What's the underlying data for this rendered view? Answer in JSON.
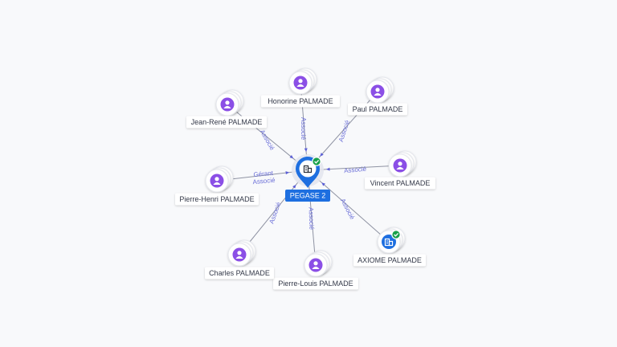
{
  "center": {
    "label": "PEGASE 2",
    "icon": "building-icon",
    "badge": "check-icon",
    "color": "#1e6fe0",
    "badge_color": "#17a04a"
  },
  "colors": {
    "person": "#8b4fe6",
    "company": "#1e6fe0",
    "edge_label": "#6b6fd8"
  },
  "nodes": [
    {
      "id": "honorine",
      "label": "Honorine PALMADE",
      "type": "person",
      "relation": "Associé"
    },
    {
      "id": "paul",
      "label": "Paul PALMADE",
      "type": "person",
      "relation": "Associé"
    },
    {
      "id": "vincent",
      "label": "Vincent PALMADE",
      "type": "person",
      "relation": "Associé"
    },
    {
      "id": "axiome",
      "label": "AXIOME PALMADE",
      "type": "company",
      "relation": "Associé"
    },
    {
      "id": "pierre-louis",
      "label": "Pierre-Louis PALMADE",
      "type": "person",
      "relation": "Associé"
    },
    {
      "id": "charles",
      "label": "Charles PALMADE",
      "type": "person",
      "relation": "Associé"
    },
    {
      "id": "pierre-henri",
      "label": "Pierre-Henri PALMADE",
      "type": "person",
      "relation": "Gérant",
      "relation2": "Associé"
    },
    {
      "id": "jean-rene",
      "label": "Jean-René PALMADE",
      "type": "person",
      "relation": "Associé"
    }
  ]
}
